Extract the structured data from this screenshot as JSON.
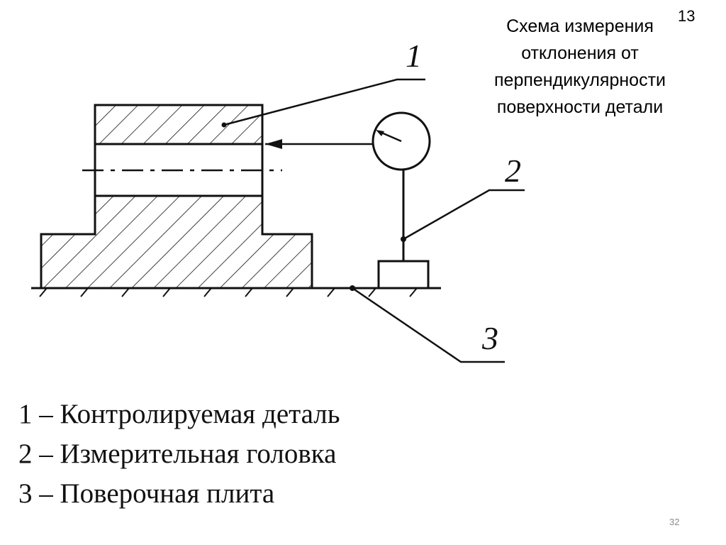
{
  "slide": {
    "title_lines": [
      "Схема измерения",
      "отклонения от",
      "перпендикулярности",
      "поверхности детали"
    ],
    "slide_number_top": "13",
    "slide_number_bottom": "32"
  },
  "diagram": {
    "callouts": [
      "1",
      "2",
      "3"
    ],
    "legend": [
      "1 – Контролируемая деталь",
      "2 – Измерительная головка",
      "3 – Поверочная плита"
    ]
  },
  "colors": {
    "line": "#111111",
    "background": "#ffffff",
    "page_number": "#8a8a8a"
  }
}
